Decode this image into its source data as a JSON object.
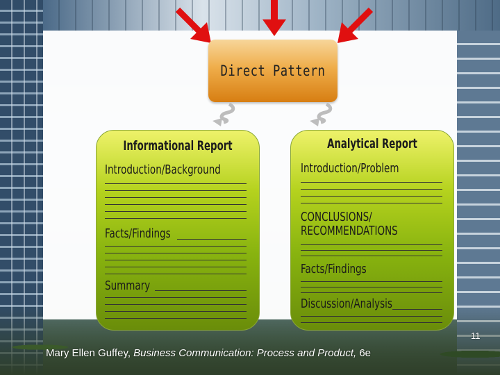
{
  "slide": {
    "title": "Direct Pattern",
    "informational": {
      "title": "Informational Report",
      "items": [
        "Introduction/Background",
        "Facts/Findings",
        "Summary"
      ]
    },
    "analytical": {
      "title": "Analytical Report",
      "items": [
        "Introduction/Problem",
        "CONCLUSIONS/",
        "RECOMMENDATIONS",
        "Facts/Findings",
        "Discussion/Analysis"
      ]
    }
  },
  "footer": {
    "author": "Mary Ellen Guffey, ",
    "book": "Business Communication: Process and Product, ",
    "edition": "6e",
    "page": "11"
  },
  "colors": {
    "arrow": "#e01010",
    "title_box": "#efad4a",
    "report_box": "#9ec41a"
  },
  "icons": [
    "arrow-down-right-icon",
    "arrow-down-icon",
    "arrow-down-left-icon",
    "squiggle-arrow-icon"
  ]
}
